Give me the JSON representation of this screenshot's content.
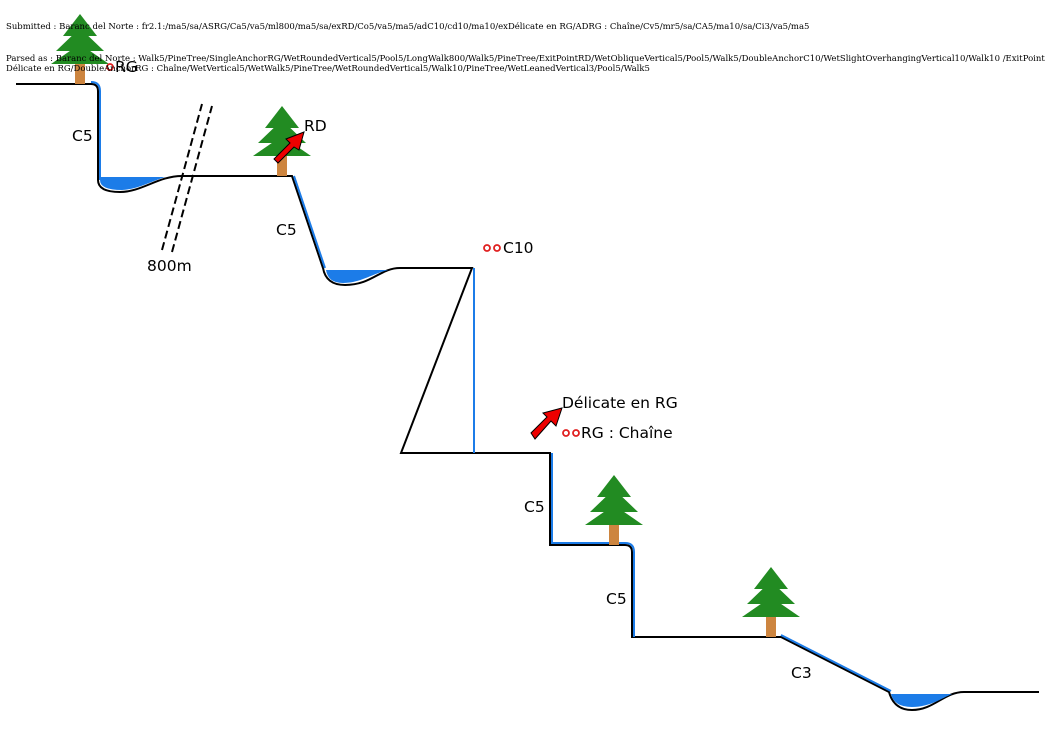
{
  "header": {
    "submitted": "Submitted : Baranc del Norte : fr2.1:/ma5/sa/ASRG/Ca5/va5/ml800/ma5/sa/exRD/Co5/va5/ma5/adC10/cd10/ma10/exDélicate en RG/ADRG : Chaîne/Cv5/mr5/sa/CA5/ma10/sa/Ci3/va5/ma5",
    "parsed": "Parsed as : Baranc del Norte : Walk5/PineTree/SingleAnchorRG/WetRoundedVertical5/Pool5/LongWalk800/Walk5/PineTree/ExitPointRD/WetObliqueVertical5/Pool5/Walk5/DoubleAnchorC10/WetSlightOverhangingVertical10/Walk10 /ExitPointDélicate en RG/DoubleAnchorRG : Chaîne/WetVertical5/WetWalk5/PineTree/WetRoundedVertical5/Walk10/PineTree/WetLeanedVertical3/Pool5/Walk5"
  },
  "labels": {
    "anchor_rg": "RG",
    "c5_1": "C5",
    "long_walk": "800m",
    "exit_rd": "RD",
    "c5_2": "C5",
    "c10": "C10",
    "exit_delicate": "Délicate en RG",
    "anchor_chaine": "RG : Chaîne",
    "c5_3": "C5",
    "c5_4": "C5",
    "c3": "C3"
  },
  "colors": {
    "water": "#1c7ce8",
    "tree_green": "#228b22",
    "trunk": "#cd853f",
    "anchor": "#e02020",
    "exit_arrow": "#ee0000"
  }
}
